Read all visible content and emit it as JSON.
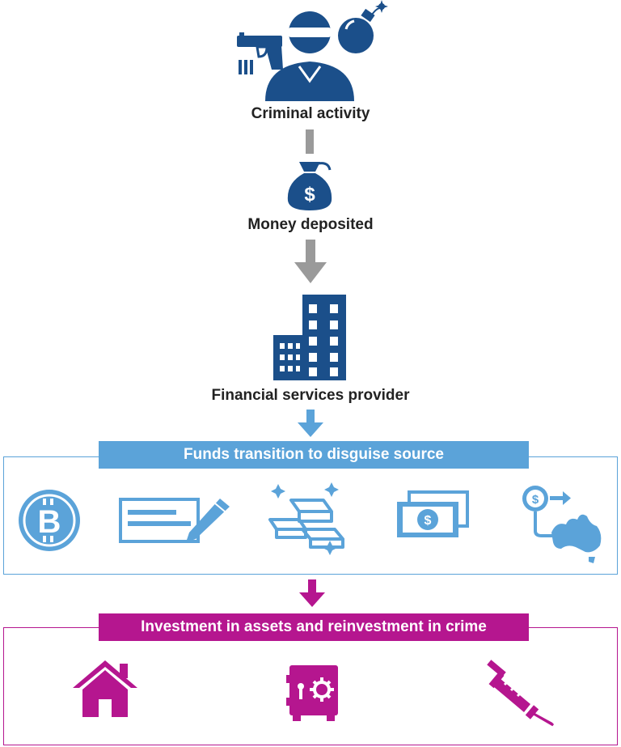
{
  "colors": {
    "navy": "#1b4f8a",
    "gray": "#9a9a9a",
    "blue": "#5ba3d9",
    "magenta": "#b5168f",
    "text": "#222222"
  },
  "steps": {
    "criminal_activity": "Criminal activity",
    "money_deposited": "Money deposited",
    "financial_services_provider": "Financial services provider"
  },
  "funds_section": {
    "title": "Funds transition to disguise source",
    "icons": [
      "bitcoin-icon",
      "cheque-icon",
      "gold-bars-icon",
      "cash-icon",
      "overseas-transfer-icon"
    ]
  },
  "investment_section": {
    "title": "Investment in assets and reinvestment in crime",
    "icons": [
      "house-icon",
      "safe-icon",
      "syringe-icon"
    ]
  }
}
